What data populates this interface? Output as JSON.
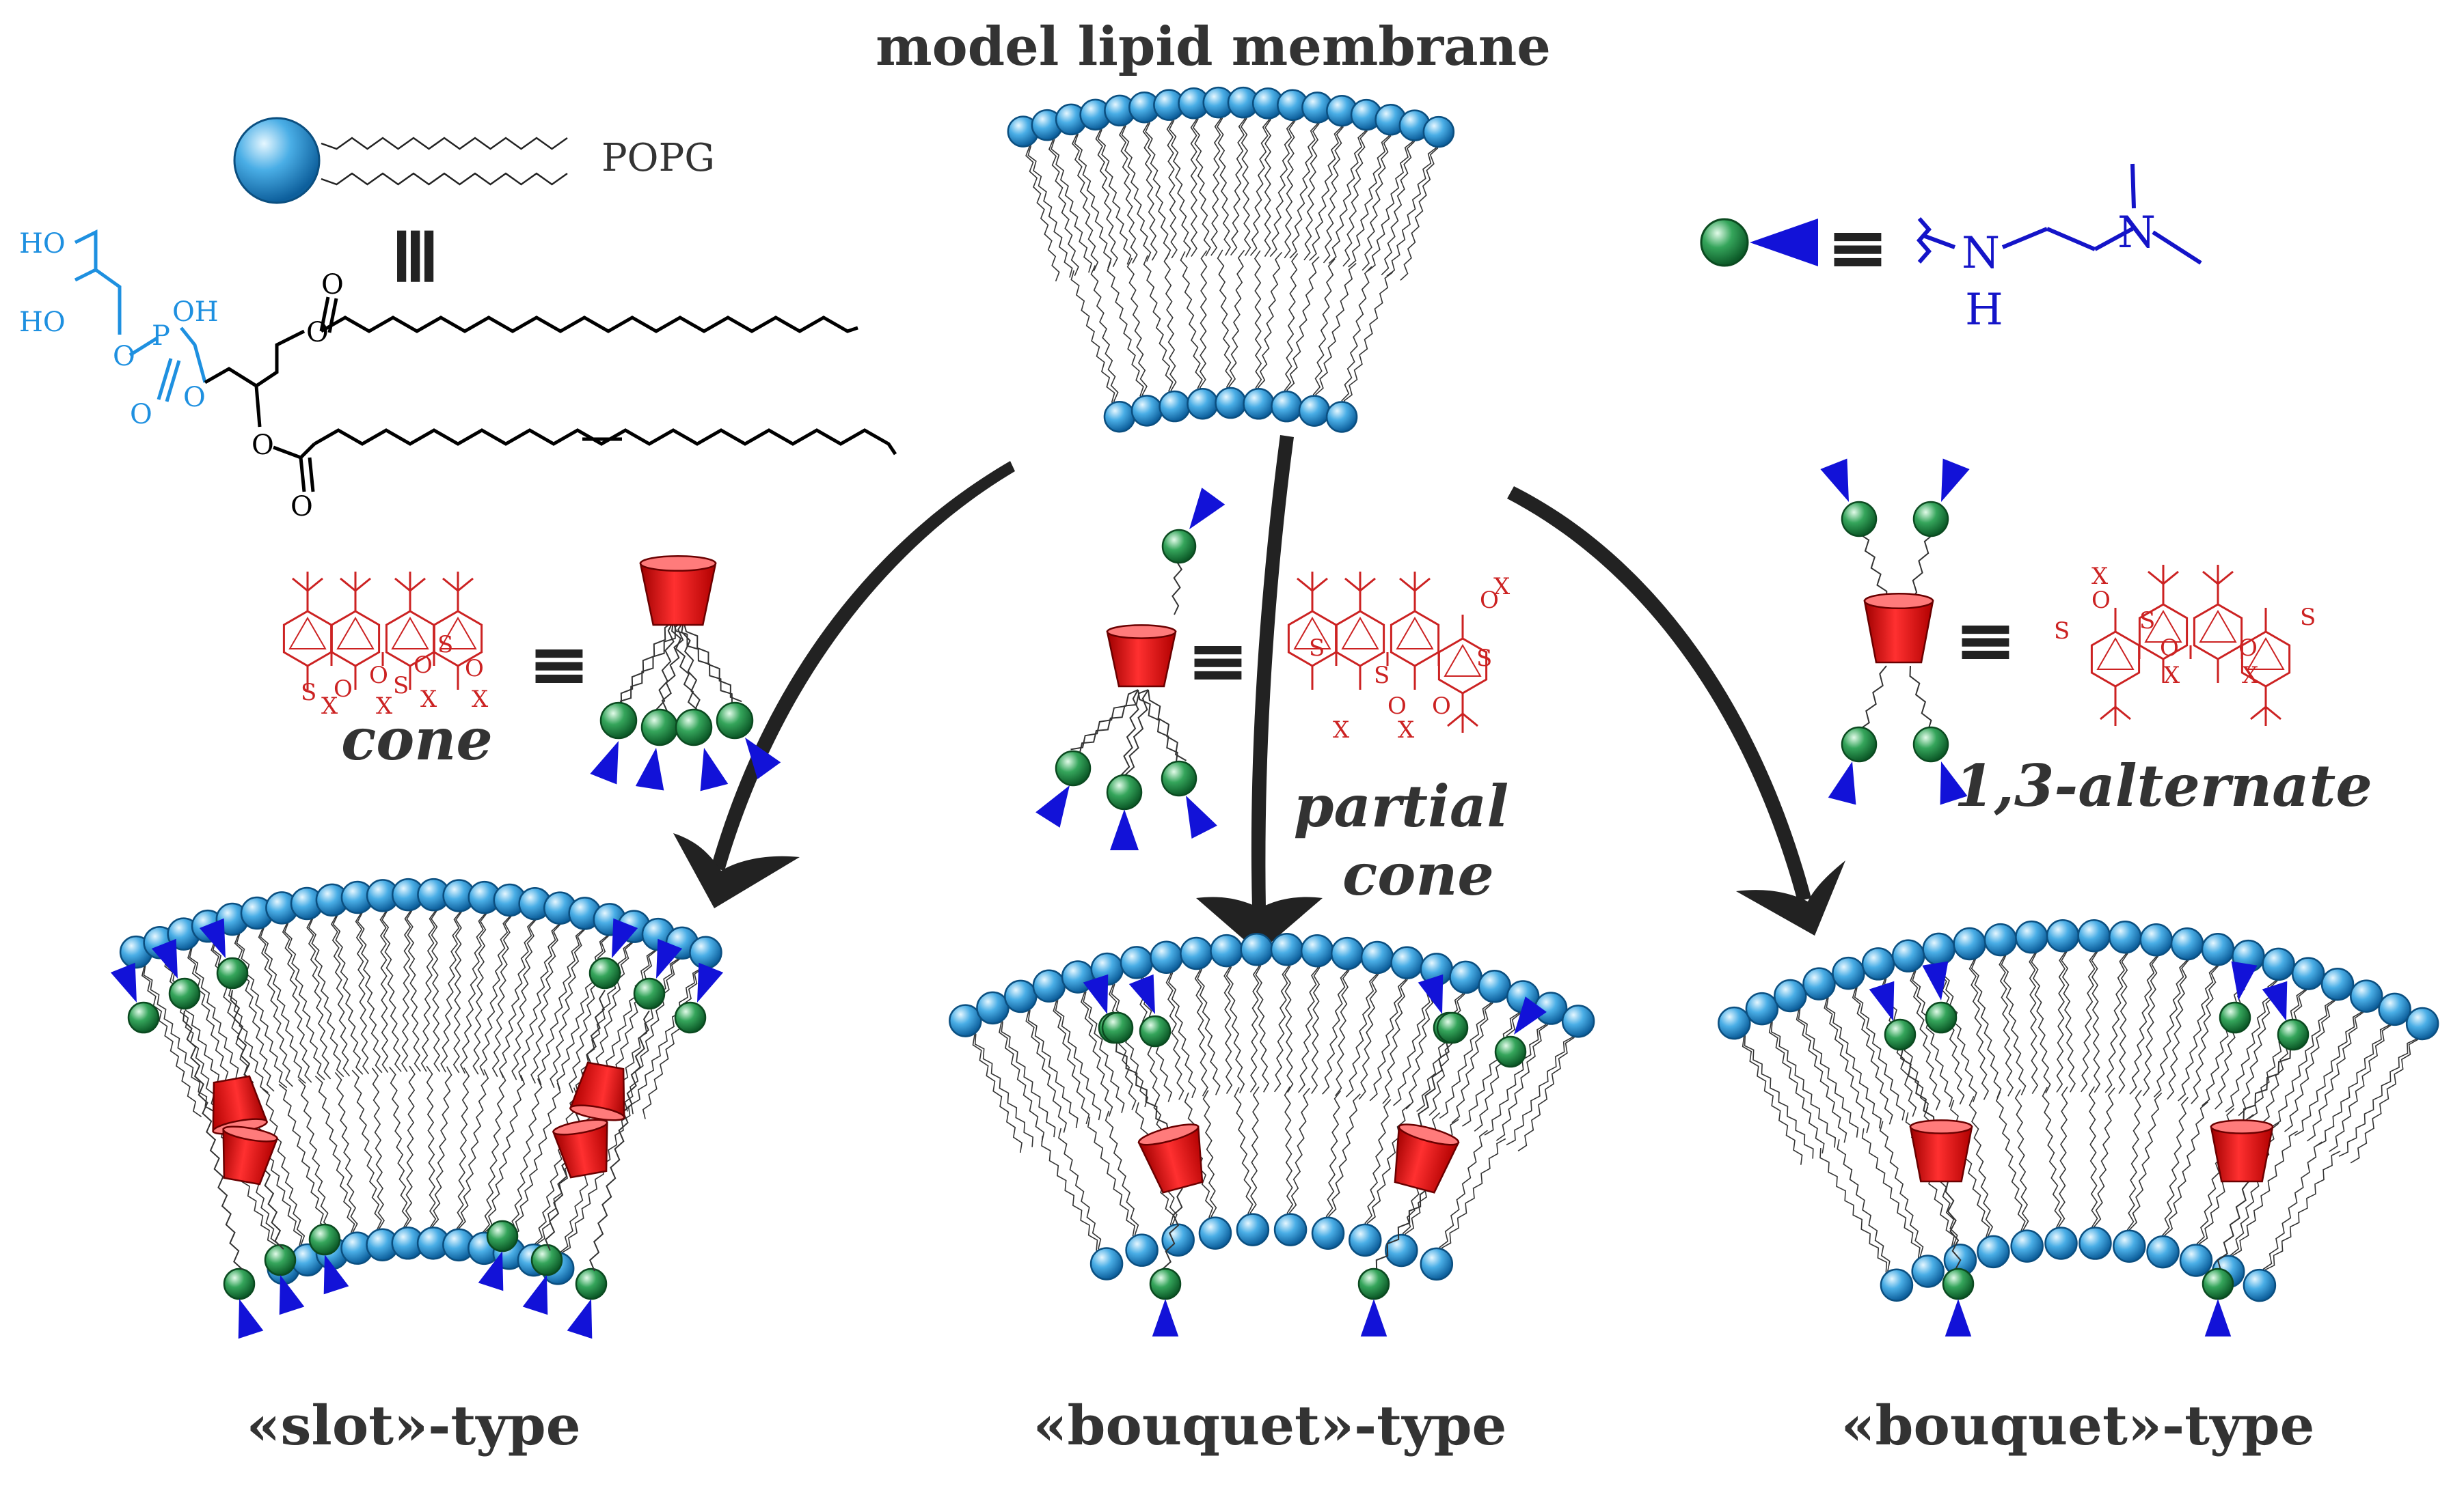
{
  "title": "model lipid membrane",
  "popg": {
    "label": "POPG",
    "equiv": "≡",
    "headgroup_atoms": [
      "HO",
      "HO",
      "O",
      "P",
      "OH",
      "O",
      "O"
    ],
    "backbone_atoms": [
      "O",
      "O",
      "O",
      "O"
    ]
  },
  "amine_legend": {
    "equiv": "≡",
    "atoms": [
      "N",
      "H",
      "N"
    ]
  },
  "conformers": [
    {
      "id": "cone",
      "label": "cone",
      "equiv": "≡",
      "atoms": [
        "S",
        "S",
        "S",
        "O",
        "O",
        "O",
        "O",
        "X",
        "X",
        "X",
        "X"
      ]
    },
    {
      "id": "partial-cone",
      "label_line1": "partial",
      "label_line2": "cone",
      "equiv": "≡",
      "atoms": [
        "S",
        "S",
        "S",
        "O",
        "O",
        "O",
        "X",
        "X",
        "X"
      ]
    },
    {
      "id": "alternate",
      "label": "1,3-alternate",
      "equiv": "≡",
      "atoms": [
        "S",
        "S",
        "S",
        "O",
        "O",
        "O",
        "X",
        "X",
        "X"
      ]
    }
  ],
  "results": [
    {
      "label": "«slot»-type"
    },
    {
      "label": "«bouquet»-type"
    },
    {
      "label": "«bouquet»-type"
    }
  ],
  "colors": {
    "lipid_head": "#4aaee6",
    "amine_bead": "#35a55b",
    "triangle": "#1212d8",
    "macrocycle": "#e01010",
    "calixarene_structure": "#cc2222",
    "popg_headgroup": "#1e90e0",
    "amine_structure": "#1414c8",
    "arrow": "#222222",
    "text": "#333333"
  }
}
